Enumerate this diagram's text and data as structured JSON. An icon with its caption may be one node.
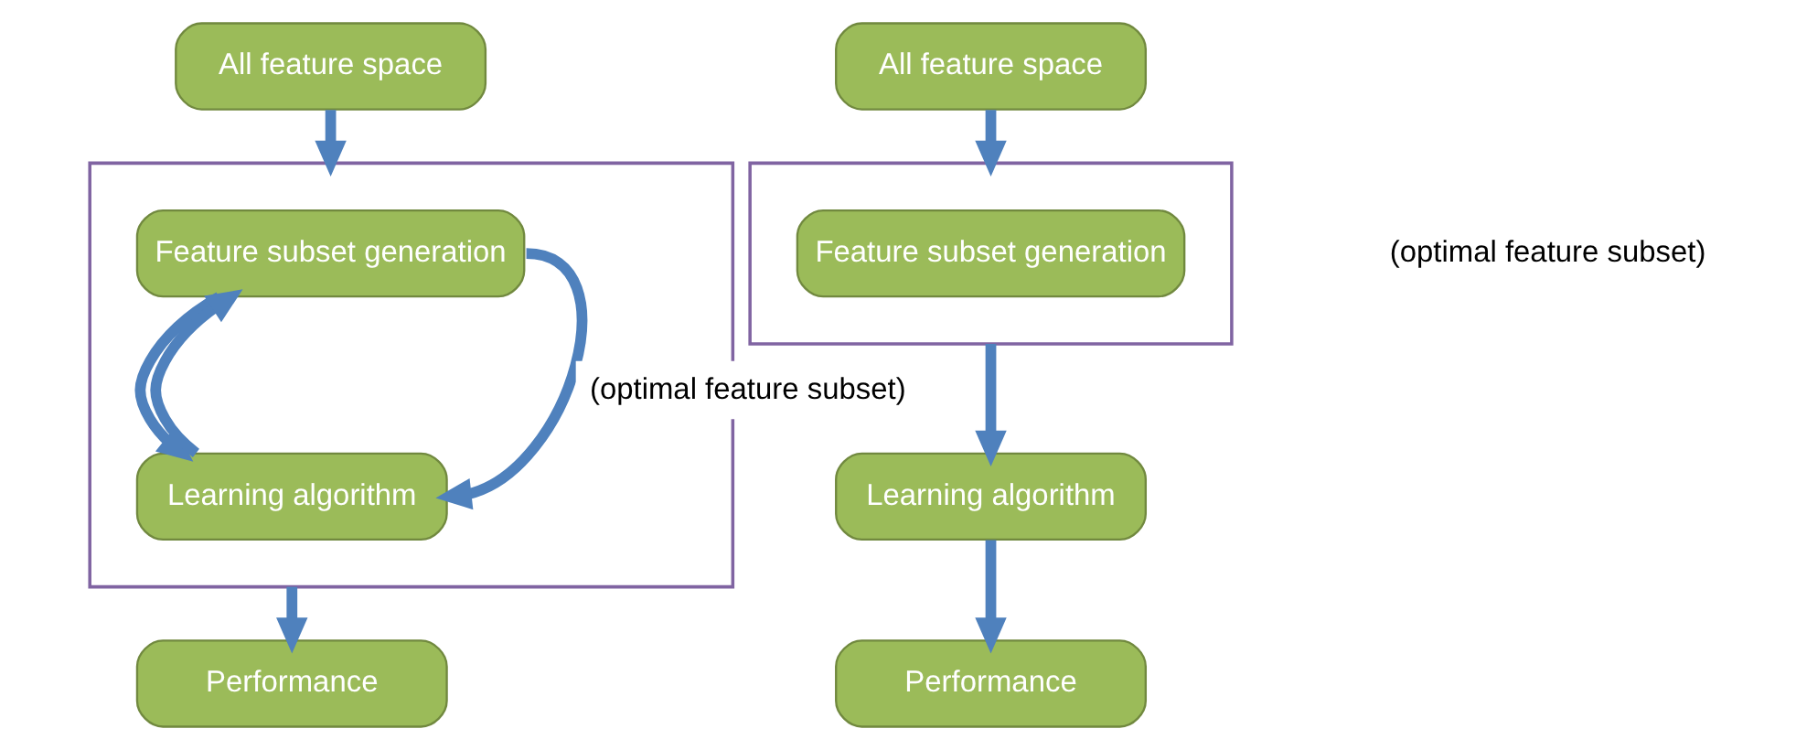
{
  "diagram": {
    "nodes": [
      {
        "text": [
          "All feature space"
        ]
      },
      {
        "text": [],
        "shape": "box"
      },
      {
        "text": [
          "Feature subset generation"
        ],
        "in": 1
      },
      {
        "text": [
          "Learning algorithm"
        ],
        "in": 1
      },
      {
        "text": [
          "Performance"
        ]
      },
      {
        "text": [
          "All feature space"
        ]
      },
      {
        "text": [],
        "shape": "box"
      },
      {
        "text": [
          "Feature subset generation"
        ],
        "in": 6
      },
      {
        "text": [
          "Learning algorithm"
        ]
      },
      {
        "text": [
          "Performance"
        ]
      }
    ],
    "edges": [
      {
        "from": 0,
        "to": 1,
        "arrow": "to"
      },
      {
        "from": 2,
        "to": 3,
        "arrow": "to"
      },
      {
        "from": 3,
        "to": 2,
        "arrow": "to"
      },
      {
        "from": 2,
        "to": 3,
        "arrow": "to",
        "label": "(optimal feature subset)"
      },
      {
        "from": 1,
        "to": 4,
        "arrow": "to"
      },
      {
        "from": 5,
        "to": 6,
        "arrow": "to"
      },
      {
        "from": 6,
        "to": 8,
        "arrow": "to"
      },
      {
        "from": 8,
        "to": 9,
        "arrow": "to"
      }
    ],
    "labels": [
      "(optimal feature subset)"
    ]
  }
}
